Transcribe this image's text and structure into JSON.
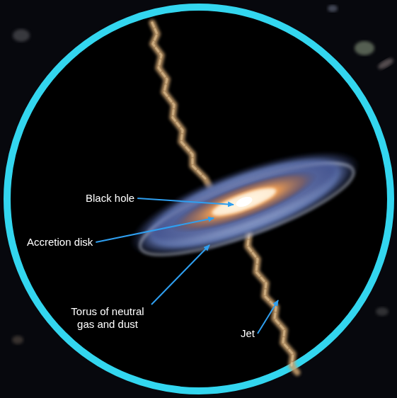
{
  "diagram": {
    "labels": [
      "Black hole",
      "Accretion disk",
      "Torus of neutral gas and dust",
      "Jet"
    ]
  }
}
